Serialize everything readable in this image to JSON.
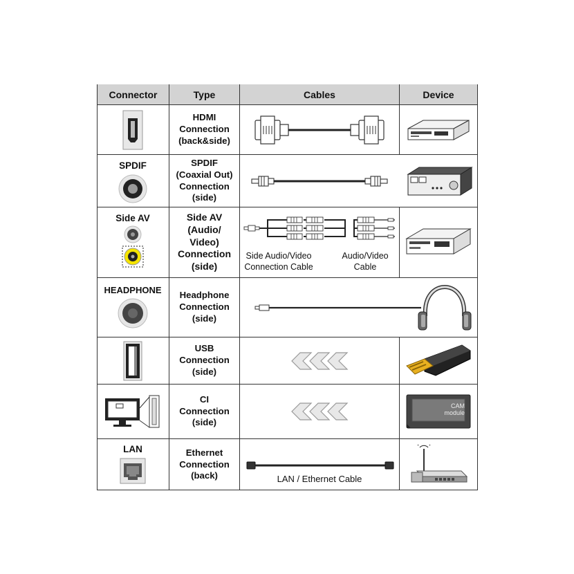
{
  "headers": {
    "connector": "Connector",
    "type": "Type",
    "cables": "Cables",
    "device": "Device"
  },
  "rows": [
    {
      "connector_label": "",
      "type_lines": [
        "HDMI",
        "Connection",
        "(back&side)"
      ],
      "icons": [
        "hdmi-port-icon",
        "hdmi-cable-icon",
        "dvd-player-icon"
      ]
    },
    {
      "connector_label": "SPDIF",
      "type_lines": [
        "SPDIF",
        "(Coaxial Out)",
        "Connection",
        "(side)"
      ],
      "icons": [
        "coaxial-port-icon",
        "coaxial-cable-icon",
        "audio-receiver-icon"
      ]
    },
    {
      "connector_label": "Side AV",
      "type_lines": [
        "Side AV",
        "(Audio/",
        "Video)",
        "Connection",
        "(side)"
      ],
      "cable_labels": {
        "left": [
          "Side Audio/Video",
          "Connection Cable"
        ],
        "right": [
          "Audio/Video",
          "Cable"
        ]
      },
      "icons": [
        "jack-port-icon",
        "yellow-rca-port-icon",
        "av-cable-icon",
        "dvd-player-icon"
      ]
    },
    {
      "connector_label": "HEADPHONE",
      "type_lines": [
        "Headphone",
        "Connection",
        "(side)"
      ],
      "icons": [
        "headphone-port-icon",
        "headphone-cable-icon",
        "headphones-icon"
      ]
    },
    {
      "connector_label": "",
      "type_lines": [
        "USB",
        "Connection",
        "(side)"
      ],
      "icons": [
        "usb-port-icon",
        "insert-arrows-icon",
        "usb-stick-icon"
      ]
    },
    {
      "connector_label": "",
      "type_lines": [
        "CI",
        "Connection",
        "(side)"
      ],
      "icons": [
        "ci-slot-tv-icon",
        "insert-arrows-icon",
        "cam-module-icon"
      ]
    },
    {
      "connector_label": "LAN",
      "type_lines": [
        "Ethernet",
        "Connection",
        "(back)"
      ],
      "cable_label": "LAN / Ethernet Cable",
      "icons": [
        "lan-port-icon",
        "ethernet-cable-icon",
        "router-icon"
      ]
    }
  ],
  "cam_text": [
    "CAM",
    "module"
  ],
  "colors": {
    "header_bg": "#d3d3d3",
    "grid": "#333333",
    "rca_yellow": "#f5e400"
  }
}
